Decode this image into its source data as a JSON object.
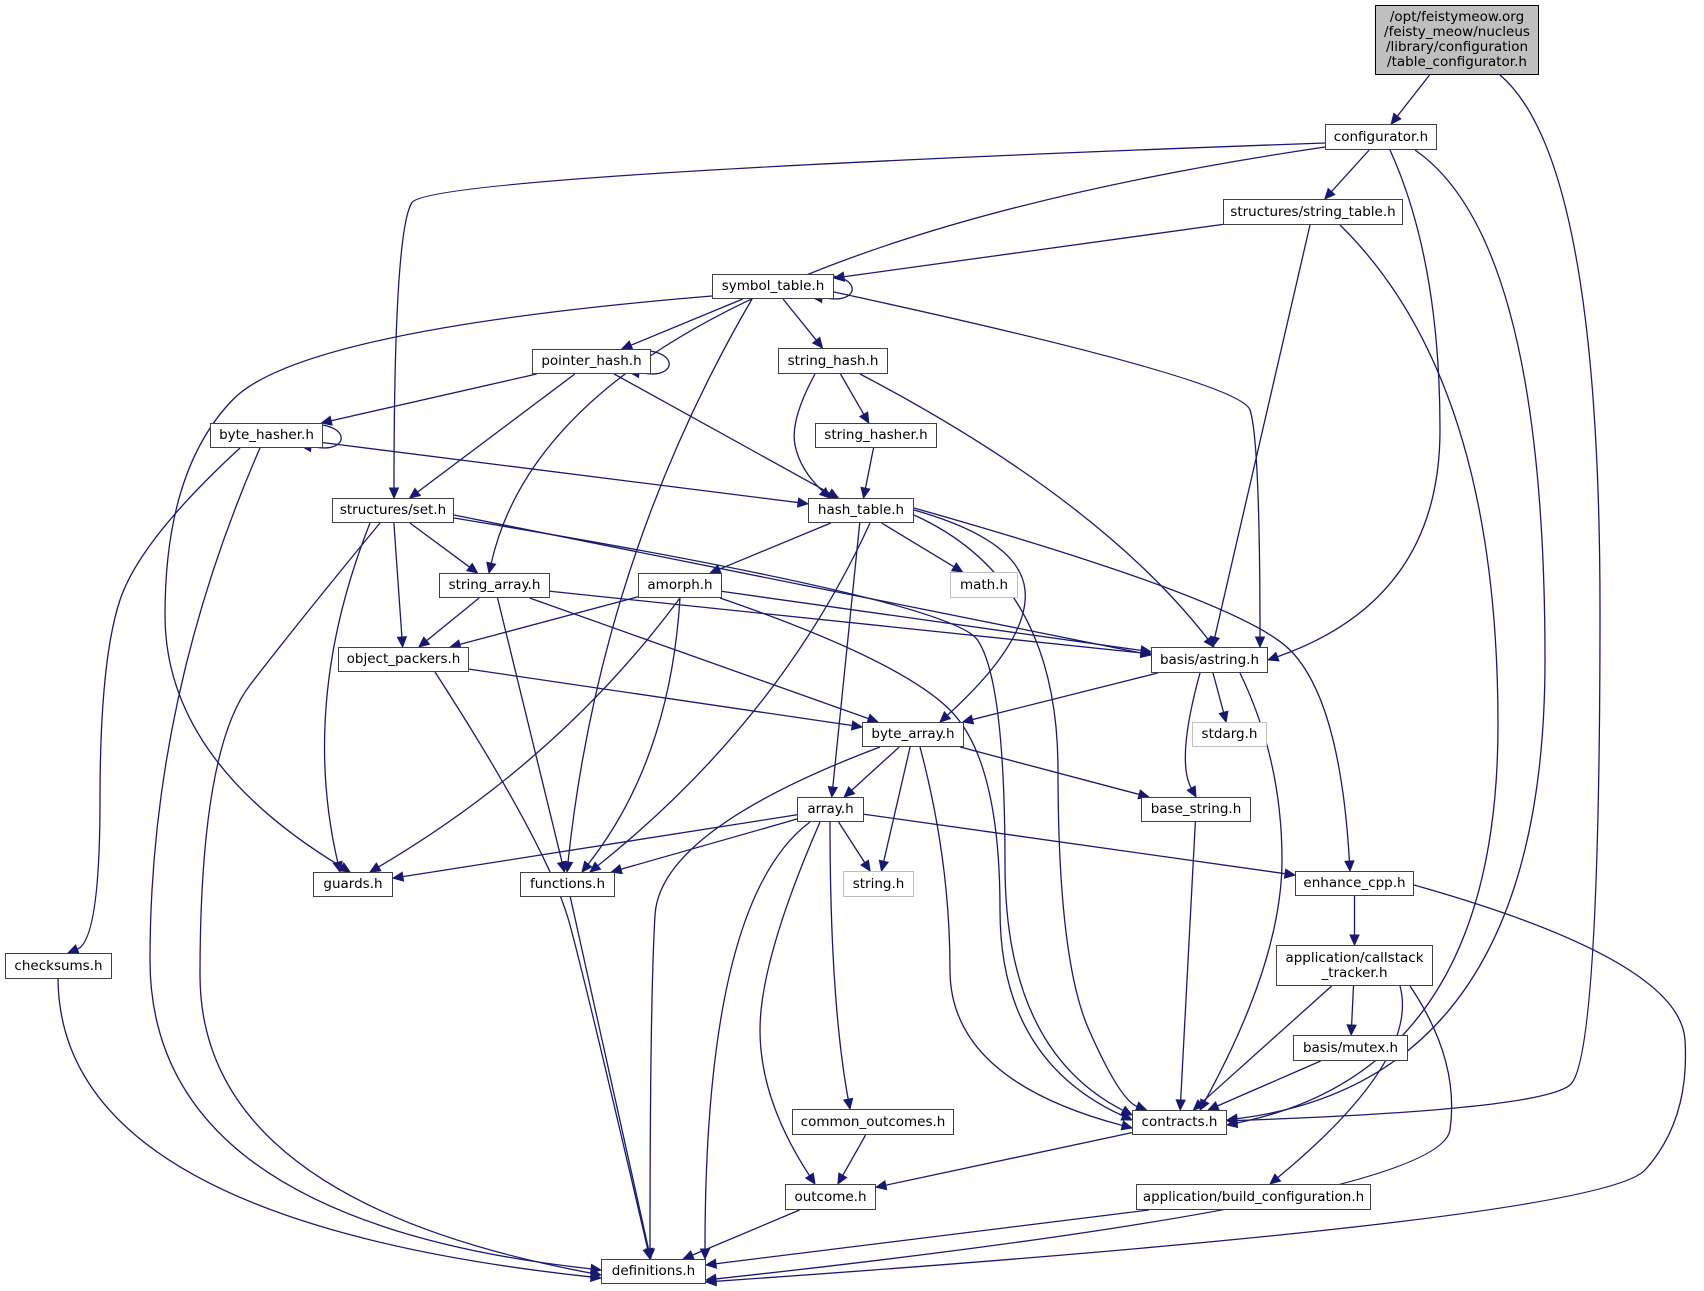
{
  "diagram": {
    "type": "include-dependency-graph",
    "root_node": "root",
    "colors": {
      "edge": "#191970",
      "root_fill": "#bfbfbf",
      "node_fill": "#ffffff",
      "node_border": "#404040",
      "external_border": "#bfbfbf"
    },
    "nodes": [
      {
        "id": "root",
        "label": "/opt/feistymeow.org\n/feisty_meow/nucleus\n/library/configuration\n/table_configurator.h",
        "kind": "root"
      },
      {
        "id": "configurator",
        "label": "configurator.h",
        "kind": "normal"
      },
      {
        "id": "string_table",
        "label": "structures/string_table.h",
        "kind": "normal"
      },
      {
        "id": "symbol_table",
        "label": "symbol_table.h",
        "kind": "normal"
      },
      {
        "id": "pointer_hash",
        "label": "pointer_hash.h",
        "kind": "normal"
      },
      {
        "id": "string_hash",
        "label": "string_hash.h",
        "kind": "normal"
      },
      {
        "id": "string_hasher",
        "label": "string_hasher.h",
        "kind": "normal"
      },
      {
        "id": "byte_hasher",
        "label": "byte_hasher.h",
        "kind": "normal"
      },
      {
        "id": "hash_table",
        "label": "hash_table.h",
        "kind": "normal"
      },
      {
        "id": "set",
        "label": "structures/set.h",
        "kind": "normal"
      },
      {
        "id": "string_array",
        "label": "string_array.h",
        "kind": "normal"
      },
      {
        "id": "amorph",
        "label": "amorph.h",
        "kind": "normal"
      },
      {
        "id": "math",
        "label": "math.h",
        "kind": "external"
      },
      {
        "id": "astring",
        "label": "basis/astring.h",
        "kind": "normal"
      },
      {
        "id": "object_packers",
        "label": "object_packers.h",
        "kind": "normal"
      },
      {
        "id": "byte_array",
        "label": "byte_array.h",
        "kind": "normal"
      },
      {
        "id": "stdarg",
        "label": "stdarg.h",
        "kind": "external"
      },
      {
        "id": "array",
        "label": "array.h",
        "kind": "normal"
      },
      {
        "id": "base_string",
        "label": "base_string.h",
        "kind": "normal"
      },
      {
        "id": "string_h",
        "label": "string.h",
        "kind": "external"
      },
      {
        "id": "guards",
        "label": "guards.h",
        "kind": "normal"
      },
      {
        "id": "functions",
        "label": "functions.h",
        "kind": "normal"
      },
      {
        "id": "enhance_cpp",
        "label": "enhance_cpp.h",
        "kind": "normal"
      },
      {
        "id": "callstack_tracker",
        "label": "application/callstack\n_tracker.h",
        "kind": "normal"
      },
      {
        "id": "mutex",
        "label": "basis/mutex.h",
        "kind": "normal"
      },
      {
        "id": "checksums",
        "label": "checksums.h",
        "kind": "normal"
      },
      {
        "id": "common_outcomes",
        "label": "common_outcomes.h",
        "kind": "normal"
      },
      {
        "id": "contracts",
        "label": "contracts.h",
        "kind": "normal"
      },
      {
        "id": "outcome",
        "label": "outcome.h",
        "kind": "normal"
      },
      {
        "id": "build_configuration",
        "label": "application/build_configuration.h",
        "kind": "normal"
      },
      {
        "id": "definitions",
        "label": "definitions.h",
        "kind": "normal"
      }
    ],
    "edges": [
      [
        "root",
        "configurator"
      ],
      [
        "root",
        "contracts"
      ],
      [
        "configurator",
        "string_table"
      ],
      [
        "configurator",
        "set"
      ],
      [
        "configurator",
        "string_array"
      ],
      [
        "configurator",
        "astring"
      ],
      [
        "configurator",
        "contracts"
      ],
      [
        "string_table",
        "symbol_table"
      ],
      [
        "string_table",
        "astring"
      ],
      [
        "string_table",
        "contracts"
      ],
      [
        "symbol_table",
        "symbol_table"
      ],
      [
        "symbol_table",
        "pointer_hash"
      ],
      [
        "symbol_table",
        "string_hash"
      ],
      [
        "symbol_table",
        "guards"
      ],
      [
        "symbol_table",
        "functions"
      ],
      [
        "symbol_table",
        "astring"
      ],
      [
        "pointer_hash",
        "pointer_hash"
      ],
      [
        "pointer_hash",
        "byte_hasher"
      ],
      [
        "pointer_hash",
        "set"
      ],
      [
        "pointer_hash",
        "hash_table"
      ],
      [
        "string_hash",
        "string_hasher"
      ],
      [
        "string_hash",
        "hash_table"
      ],
      [
        "string_hash",
        "astring"
      ],
      [
        "string_hasher",
        "hash_table"
      ],
      [
        "byte_hasher",
        "byte_hasher"
      ],
      [
        "byte_hasher",
        "hash_table"
      ],
      [
        "byte_hasher",
        "checksums"
      ],
      [
        "byte_hasher",
        "definitions"
      ],
      [
        "hash_table",
        "amorph"
      ],
      [
        "hash_table",
        "math"
      ],
      [
        "hash_table",
        "byte_array"
      ],
      [
        "hash_table",
        "array"
      ],
      [
        "hash_table",
        "functions"
      ],
      [
        "hash_table",
        "contracts"
      ],
      [
        "hash_table",
        "enhance_cpp"
      ],
      [
        "set",
        "string_array"
      ],
      [
        "set",
        "object_packers"
      ],
      [
        "set",
        "guards"
      ],
      [
        "set",
        "astring"
      ],
      [
        "set",
        "contracts"
      ],
      [
        "set",
        "definitions"
      ],
      [
        "string_array",
        "object_packers"
      ],
      [
        "string_array",
        "byte_array"
      ],
      [
        "string_array",
        "functions"
      ],
      [
        "string_array",
        "astring"
      ],
      [
        "amorph",
        "object_packers"
      ],
      [
        "amorph",
        "guards"
      ],
      [
        "amorph",
        "functions"
      ],
      [
        "amorph",
        "astring"
      ],
      [
        "amorph",
        "contracts"
      ],
      [
        "astring",
        "byte_array"
      ],
      [
        "astring",
        "stdarg"
      ],
      [
        "astring",
        "base_string"
      ],
      [
        "astring",
        "contracts"
      ],
      [
        "object_packers",
        "byte_array"
      ],
      [
        "object_packers",
        "definitions"
      ],
      [
        "byte_array",
        "array"
      ],
      [
        "byte_array",
        "string_h"
      ],
      [
        "byte_array",
        "base_string"
      ],
      [
        "byte_array",
        "contracts"
      ],
      [
        "byte_array",
        "definitions"
      ],
      [
        "array",
        "guards"
      ],
      [
        "array",
        "functions"
      ],
      [
        "array",
        "string_h"
      ],
      [
        "array",
        "enhance_cpp"
      ],
      [
        "array",
        "common_outcomes"
      ],
      [
        "array",
        "outcome"
      ],
      [
        "array",
        "definitions"
      ],
      [
        "base_string",
        "contracts"
      ],
      [
        "functions",
        "definitions"
      ],
      [
        "enhance_cpp",
        "callstack_tracker"
      ],
      [
        "enhance_cpp",
        "definitions"
      ],
      [
        "callstack_tracker",
        "mutex"
      ],
      [
        "callstack_tracker",
        "contracts"
      ],
      [
        "callstack_tracker",
        "build_configuration"
      ],
      [
        "callstack_tracker",
        "definitions"
      ],
      [
        "mutex",
        "contracts"
      ],
      [
        "checksums",
        "definitions"
      ],
      [
        "common_outcomes",
        "outcome"
      ],
      [
        "contracts",
        "outcome"
      ],
      [
        "outcome",
        "definitions"
      ],
      [
        "build_configuration",
        "definitions"
      ]
    ]
  }
}
